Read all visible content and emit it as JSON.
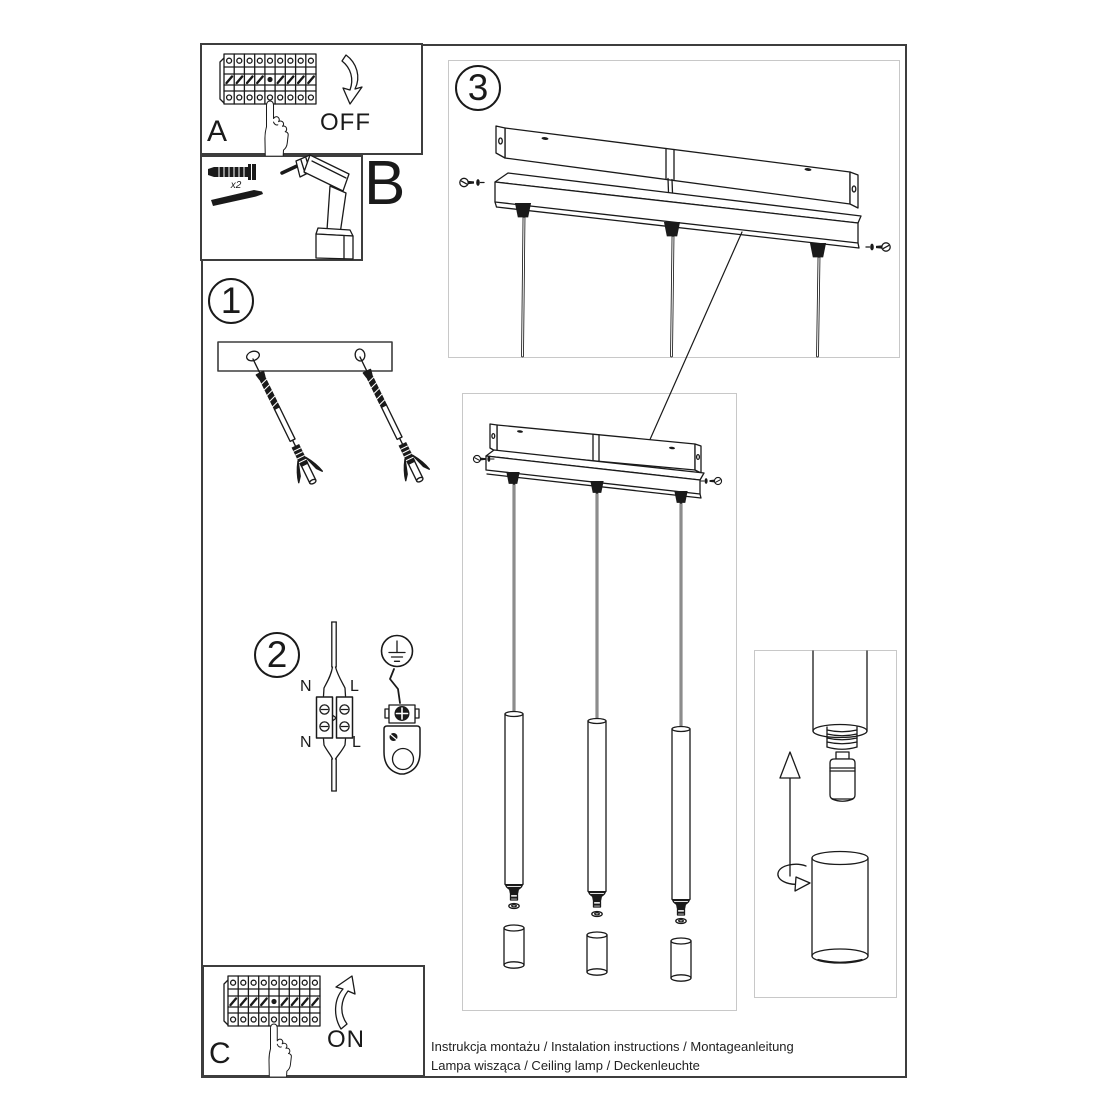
{
  "steps": {
    "a": {
      "label": "A",
      "action": "OFF",
      "icons": [
        "circuit-breaker-panel",
        "pointing-hand",
        "curved-arrow-down"
      ]
    },
    "b": {
      "label": "B",
      "quantity": "x2",
      "icons": [
        "wall-plug",
        "mounting-screw",
        "power-drill"
      ]
    },
    "one": {
      "number": "1",
      "icons": [
        "mounting-rail-with-holes",
        "screw-with-wall-plug"
      ]
    },
    "two": {
      "number": "2",
      "terminals": {
        "top_left": "N",
        "top_right": "L",
        "bottom_left": "N",
        "bottom_right": "L"
      },
      "icons": [
        "mains-cable",
        "terminal-block",
        "earth-symbol",
        "ground-clamp"
      ]
    },
    "three": {
      "number": "3",
      "icons": [
        "ceiling-canopy-exploded",
        "mounting-bracket",
        "side-screws",
        "cable-glands"
      ]
    },
    "lamp": {
      "icons": [
        "pendant-lamp-exploded",
        "suspension-cables",
        "lamp-tubes",
        "bulb-sockets",
        "shade-cylinders"
      ]
    },
    "detail": {
      "icons": [
        "tube-thread-detail",
        "gu10-bulb",
        "assembly-arrow-up",
        "rotate-arrow",
        "shade-cylinder"
      ]
    },
    "c": {
      "label": "C",
      "action": "ON",
      "icons": [
        "circuit-breaker-panel",
        "pointing-hand",
        "curved-arrow-up"
      ]
    }
  },
  "footer": {
    "line1": "Instrukcja montażu / Instalation instructions / Montageanleitung",
    "line2": "Lampa wisząca / Ceiling lamp / Deckenleuchte"
  },
  "colors": {
    "ink": "#1a1a1a",
    "dark_border": "#3d3d3d",
    "light_border": "#c8c8c8",
    "background": "#ffffff"
  }
}
